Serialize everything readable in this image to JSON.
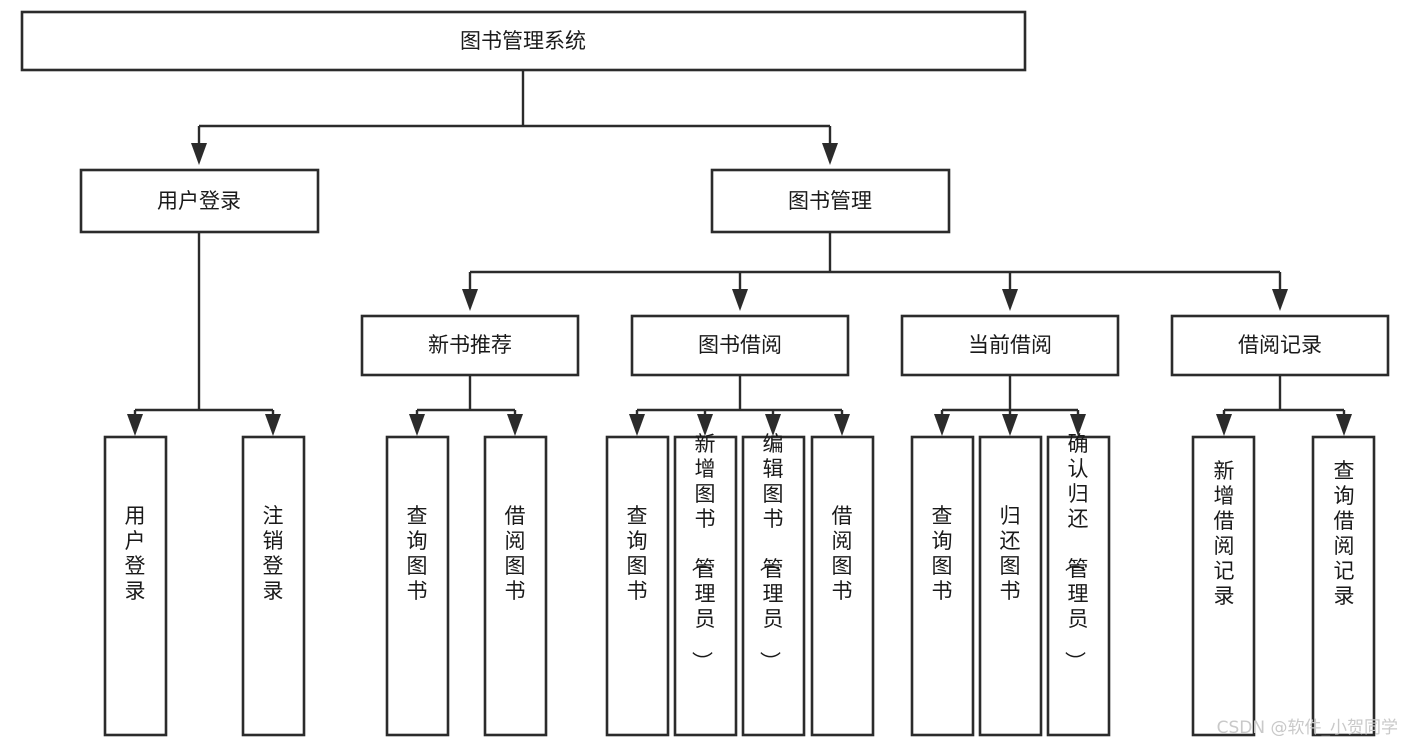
{
  "diagram": {
    "type": "tree-hierarchy",
    "title": "图书管理系统",
    "orientation": "top-down",
    "colors": {
      "box_stroke": "#2b2b2b",
      "box_fill": "#ffffff",
      "connector": "#2b2b2b",
      "text": "#1a1a1a",
      "background": "#ffffff",
      "watermark": "#c9c9c9"
    },
    "root": {
      "label": "图书管理系统"
    },
    "level2": [
      {
        "label": "用户登录"
      },
      {
        "label": "图书管理"
      }
    ],
    "level3": [
      {
        "label": "新书推荐"
      },
      {
        "label": "图书借阅"
      },
      {
        "label": "当前借阅"
      },
      {
        "label": "借阅记录"
      }
    ],
    "leaves": {
      "user_login": [
        {
          "label": "用户登录"
        },
        {
          "label": "注销登录"
        }
      ],
      "new_book_recommend": [
        {
          "label": "查询图书"
        },
        {
          "label": "借阅图书"
        }
      ],
      "book_borrow": [
        {
          "label": "查询图书"
        },
        {
          "label": "新增图书（管理员）"
        },
        {
          "label": "编辑图书（管理员）"
        },
        {
          "label": "借阅图书"
        }
      ],
      "current_borrow": [
        {
          "label": "查询图书"
        },
        {
          "label": "归还图书"
        },
        {
          "label": "确认归还（管理员）"
        }
      ],
      "borrow_record": [
        {
          "label": "新增借阅记录"
        },
        {
          "label": "查询借阅记录"
        }
      ]
    }
  },
  "watermark": {
    "text": "CSDN @软件_小贺同学"
  }
}
